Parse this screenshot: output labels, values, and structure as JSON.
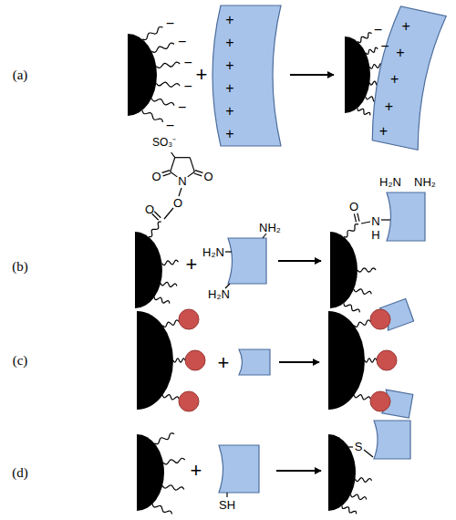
{
  "diagram": {
    "labels": [
      "(a)",
      "−",
      "−",
      "−",
      "−",
      "−",
      "−",
      "+",
      "+",
      "+",
      "+",
      "+",
      "+",
      "+",
      "−",
      "−",
      "+",
      "+",
      "+",
      "+",
      "+",
      "(b)",
      "SO₃⁻",
      "O",
      "O",
      "N",
      "O",
      "O",
      "+",
      "NH₂",
      "H₂N",
      "H₂N",
      "H₂N",
      "NH₂",
      "O",
      "N",
      "H",
      "(c)",
      "+",
      "(d)",
      "+",
      "SH",
      "S"
    ]
  }
}
